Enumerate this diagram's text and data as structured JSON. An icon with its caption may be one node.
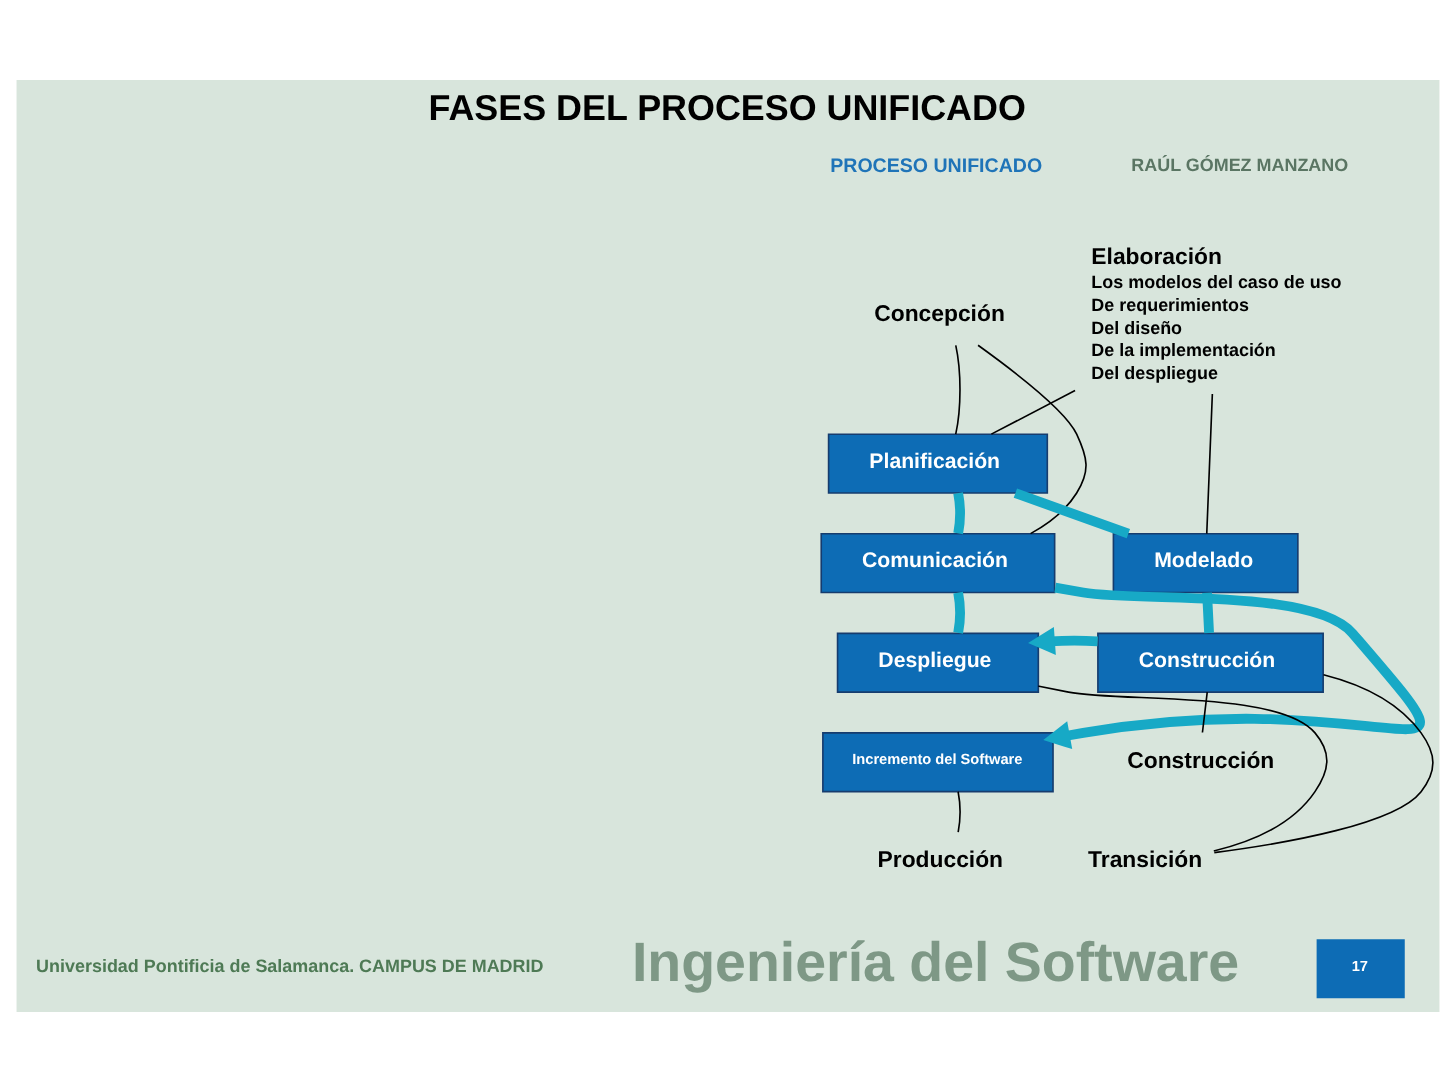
{
  "diagram": {
    "title": "FASES DEL PROCESO UNIFICADO",
    "nodes": [
      {
        "text": [
          "Concepción"
        ]
      },
      {
        "text": [
          "Elaboración"
        ],
        "beside": [
          "Los modelos del caso de uso",
          "De requerimientos",
          "Del diseño",
          "De la implementación",
          "Del despliegue"
        ]
      },
      {
        "text": [
          "Planificación"
        ]
      },
      {
        "text": [
          "Comunicación"
        ]
      },
      {
        "text": [
          "Modelado"
        ]
      },
      {
        "text": [
          "Despliegue"
        ]
      },
      {
        "text": [
          "Construcción"
        ]
      },
      {
        "text": [
          "Incremento del Software"
        ]
      },
      {
        "text": [
          "Construcción"
        ]
      },
      {
        "text": [
          "Producción"
        ]
      },
      {
        "text": [
          "Transición"
        ]
      }
    ],
    "edges": [
      {
        "from": 0,
        "to": 2,
        "arrow": "none"
      },
      {
        "from": 0,
        "to": 3,
        "arrow": "none"
      },
      {
        "from": 1,
        "to": 2,
        "arrow": "none"
      },
      {
        "from": 1,
        "to": 4,
        "arrow": "none"
      },
      {
        "from": 2,
        "to": 4,
        "arrow": "none",
        "style": "thick",
        "color": "#17a9c6"
      },
      {
        "from": 4,
        "to": 6,
        "arrow": "none",
        "style": "thick",
        "color": "#17a9c6"
      },
      {
        "from": 6,
        "to": 5,
        "arrow": "to",
        "style": "thick",
        "color": "#17a9c6"
      },
      {
        "from": 5,
        "to": 3,
        "arrow": "none",
        "style": "thick",
        "color": "#17a9c6"
      },
      {
        "from": 3,
        "to": 2,
        "arrow": "none",
        "style": "thick",
        "color": "#17a9c6"
      },
      {
        "from": 3,
        "to": 7,
        "arrow": "to",
        "style": "thick",
        "color": "#17a9c6"
      },
      {
        "from": 8,
        "to": 6,
        "arrow": "none"
      },
      {
        "from": 10,
        "to": 5,
        "arrow": "none"
      },
      {
        "from": 10,
        "to": 6,
        "arrow": "none"
      },
      {
        "from": 9,
        "to": 7,
        "arrow": "none"
      }
    ],
    "labels": [
      "RAÚL GÓMEZ MANZANO",
      "PROCESO UNIFICADO",
      "Ingeniería del Software",
      "Universidad Pontificia de Salamanca. CAMPUS DE MADRID",
      "17"
    ]
  }
}
